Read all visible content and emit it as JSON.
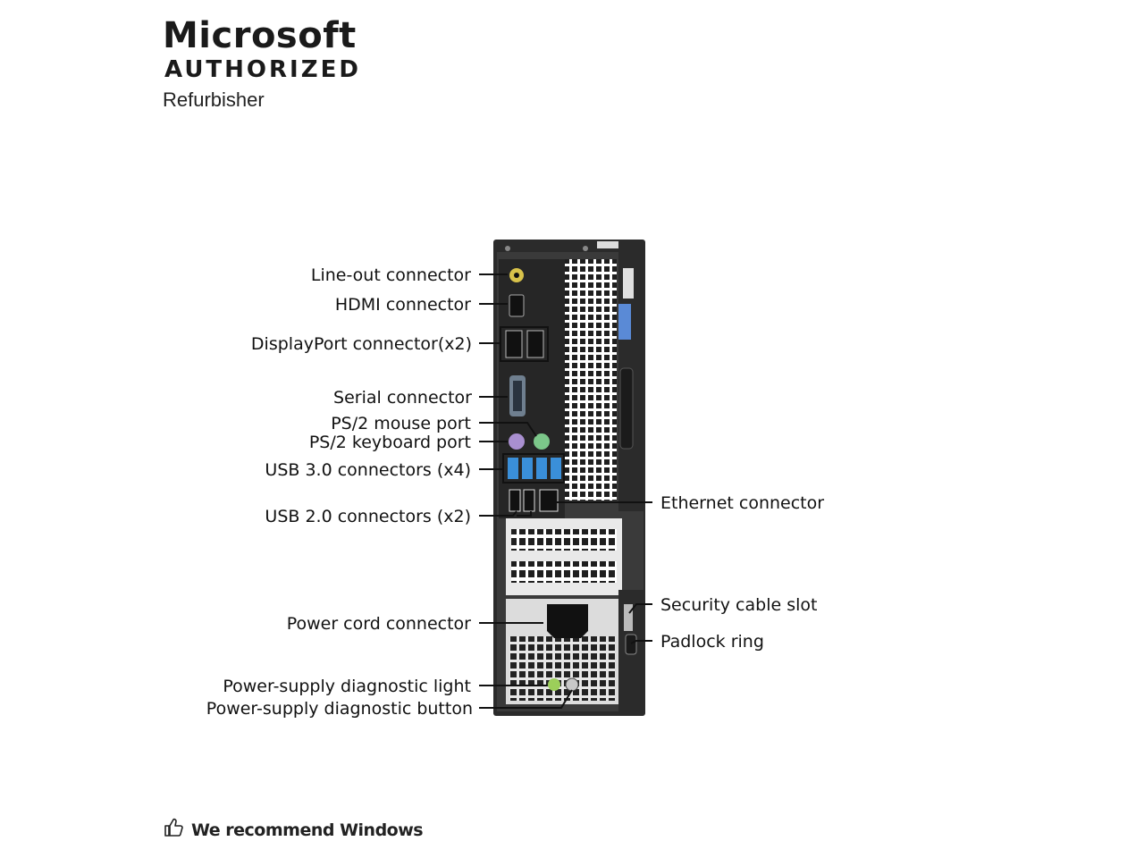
{
  "brand": {
    "line1": "Microsoft",
    "line2": "AUTHORIZED",
    "line3": "Refurbisher"
  },
  "labels": {
    "line_out": "Line-out connector",
    "hdmi": "HDMI connector",
    "displayport": "DisplayPort connector(x2)",
    "serial": "Serial connector",
    "ps2_mouse": "PS/2 mouse port",
    "ps2_keyboard": "PS/2 keyboard port",
    "usb3": "USB 3.0 connectors (x4)",
    "usb2": "USB 2.0 connectors (x2)",
    "power_cord": "Power cord connector",
    "psu_light": "Power-supply diagnostic light",
    "psu_button": "Power-supply diagnostic button",
    "ethernet": "Ethernet connector",
    "security_slot": "Security cable slot",
    "padlock": "Padlock ring"
  },
  "footer": {
    "text": "We recommend Windows",
    "icon": "thumbs-up-icon"
  },
  "colors": {
    "chassis": "#2b2b2b",
    "usb3_blue": "#3a8fd9",
    "ps2_mouse": "#7cc78a",
    "ps2_keyboard": "#a98fd0",
    "line_out": "#d8c24a",
    "psu_light": "#9ccf5a"
  }
}
